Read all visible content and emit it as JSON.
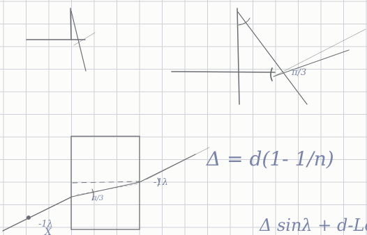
{
  "page": {
    "background": "#fcfcfb",
    "grid_color": "#cdd0d6",
    "pencil_color": "#6a6d73",
    "ink_color": "#7a84a8"
  },
  "labels": {
    "equation_1": "Δ =  d(1- 1/n)",
    "equation_2": "Δ sinλ + d-Lc",
    "angle_fig2": "π/3",
    "angle_fig3_exit": "-1λ",
    "angle_fig3_entry": "-1λ",
    "angle_fig3_inner": "π/3",
    "x_mark": "X"
  }
}
